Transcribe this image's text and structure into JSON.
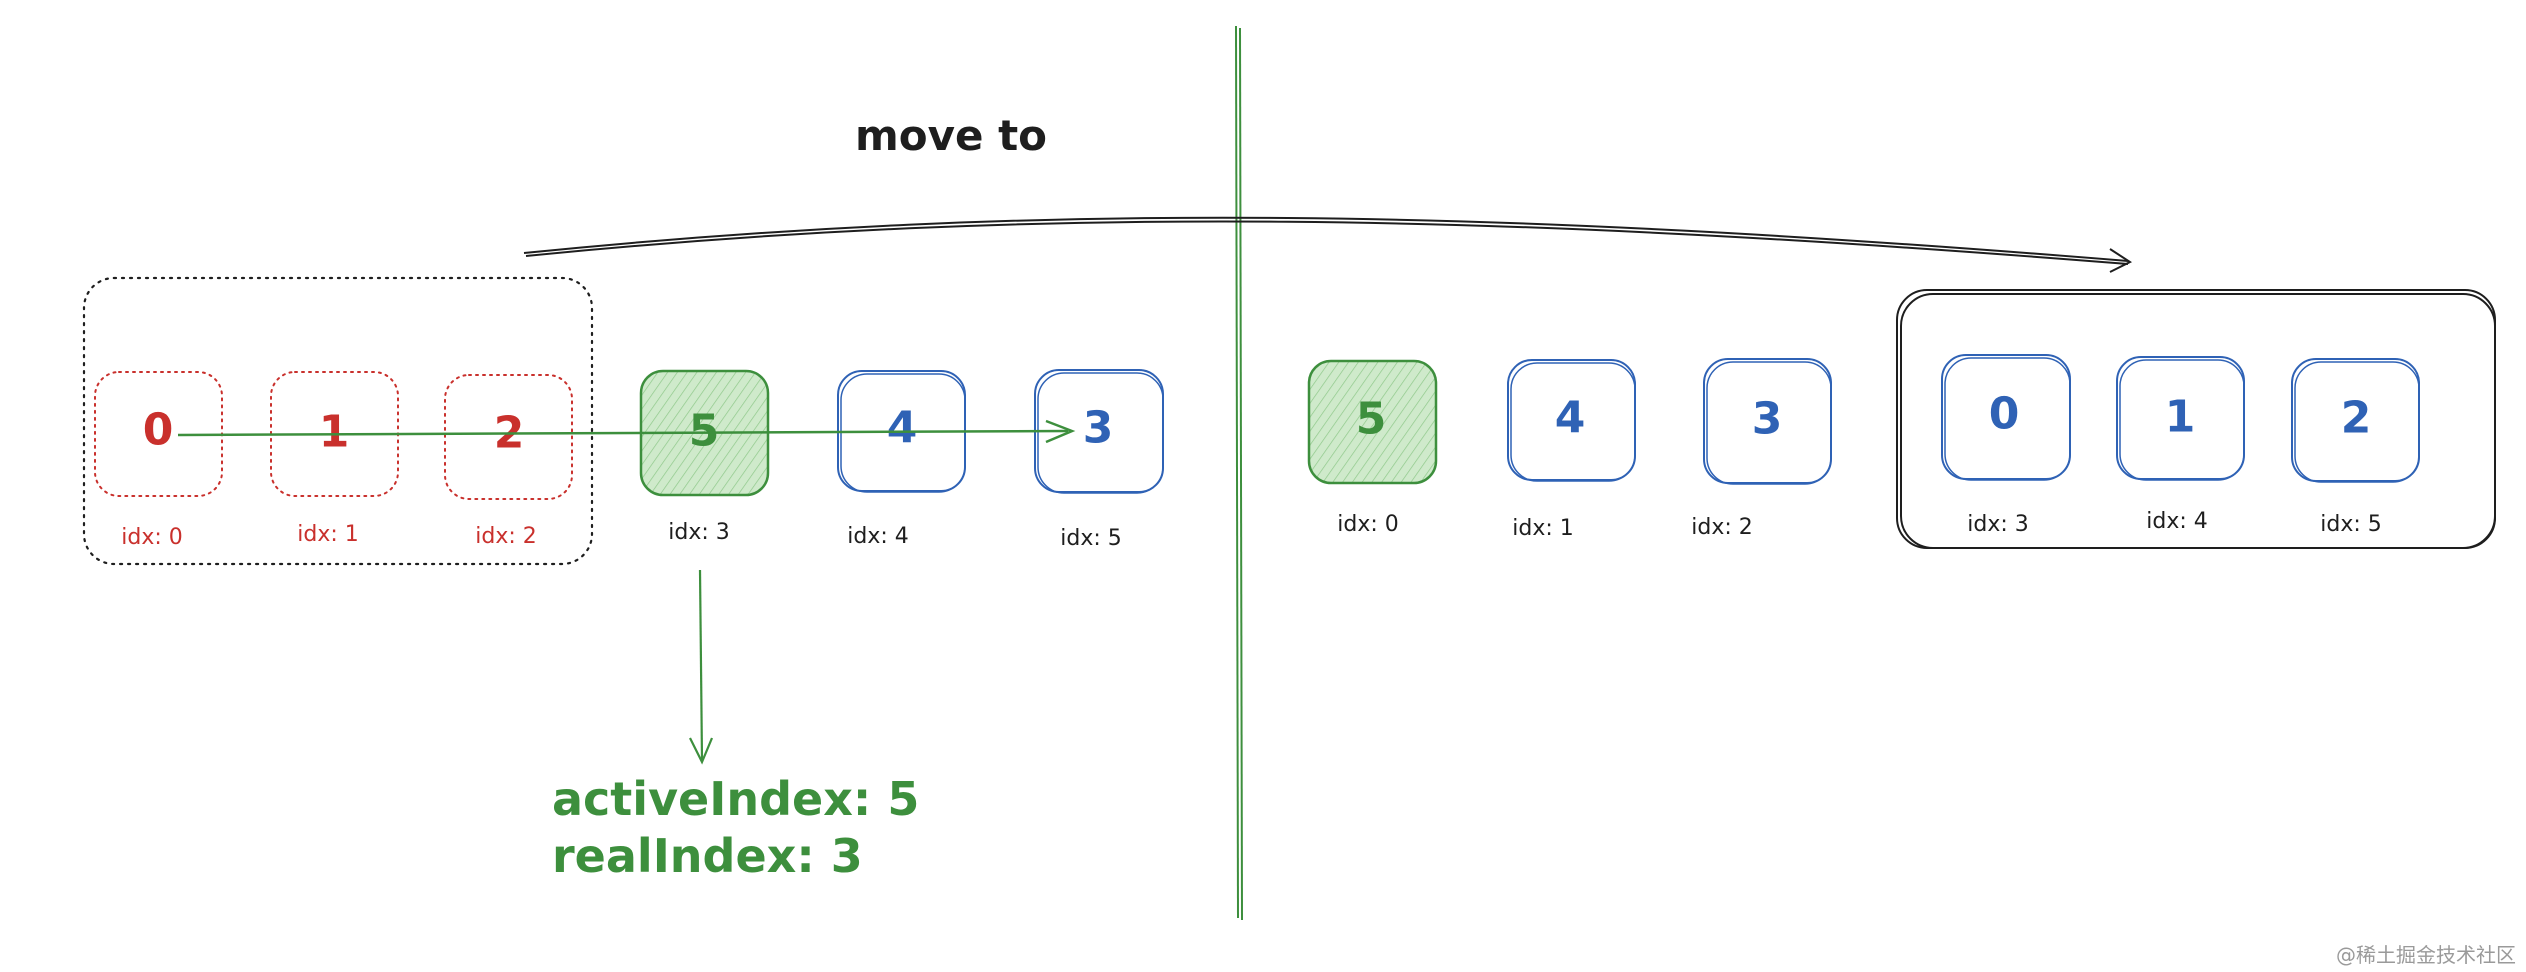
{
  "title": "move to",
  "colors": {
    "red": "#c9302c",
    "blue": "#2f62b5",
    "green": "#3d8f3d",
    "green_fill": "#cfeacb",
    "dark": "#1e1e1e"
  },
  "left_panel": {
    "slides": [
      {
        "label": "0",
        "idx_label": "idx: 0",
        "style": "dashed-red"
      },
      {
        "label": "1",
        "idx_label": "idx: 1",
        "style": "dashed-red"
      },
      {
        "label": "2",
        "idx_label": "idx: 2",
        "style": "dashed-red"
      },
      {
        "label": "5",
        "idx_label": "idx: 3",
        "style": "active-green"
      },
      {
        "label": "4",
        "idx_label": "idx: 4",
        "style": "blue"
      },
      {
        "label": "3",
        "idx_label": "idx: 5",
        "style": "blue"
      }
    ]
  },
  "right_panel": {
    "slides": [
      {
        "label": "5",
        "idx_label": "idx: 0",
        "style": "active-green"
      },
      {
        "label": "4",
        "idx_label": "idx: 1",
        "style": "blue"
      },
      {
        "label": "3",
        "idx_label": "idx: 2",
        "style": "blue"
      },
      {
        "label": "0",
        "idx_label": "idx: 3",
        "style": "blue"
      },
      {
        "label": "1",
        "idx_label": "idx: 4",
        "style": "blue"
      },
      {
        "label": "2",
        "idx_label": "idx: 5",
        "style": "blue"
      }
    ]
  },
  "result": {
    "active_index": "activeIndex: 5",
    "real_index": "realIndex: 3"
  },
  "watermark": "@稀土掘金技术社区"
}
